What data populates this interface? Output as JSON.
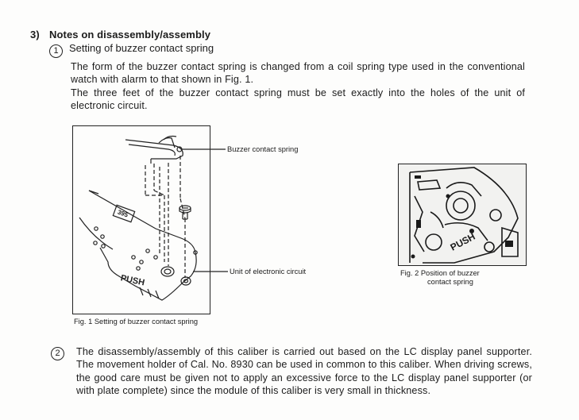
{
  "section": {
    "number": "3)",
    "title": "Notes on disassembly/assembly"
  },
  "item1": {
    "marker": "1",
    "title": "Setting of buzzer contact spring",
    "paragraph1": "The form of the buzzer contact spring is changed from a coil spring type used in the conventional watch with alarm to that shown in Fig. 1.",
    "paragraph2": "The three feet of the buzzer contact spring must be set exactly into the holes of the unit of electronic circuit."
  },
  "fig1": {
    "label_spring": "Buzzer contact spring",
    "label_unit": "Unit of electronic circuit",
    "push_text": "PUSH",
    "caption": "Fig. 1  Setting of buzzer contact spring"
  },
  "fig2": {
    "push_text": "PUSH",
    "caption_line1": "Fig. 2  Position of buzzer",
    "caption_line2": "contact spring"
  },
  "item2": {
    "marker": "2",
    "paragraph": "The disassembly/assembly of this caliber is carried out based on the LC display panel supporter. The movement holder of Cal. No. 8930 can be used in common to this caliber. When driving screws, the good care must be given not to apply an excessive force to the LC display panel supporter (or with plate complete) since the module of this caliber is very small in thickness."
  }
}
